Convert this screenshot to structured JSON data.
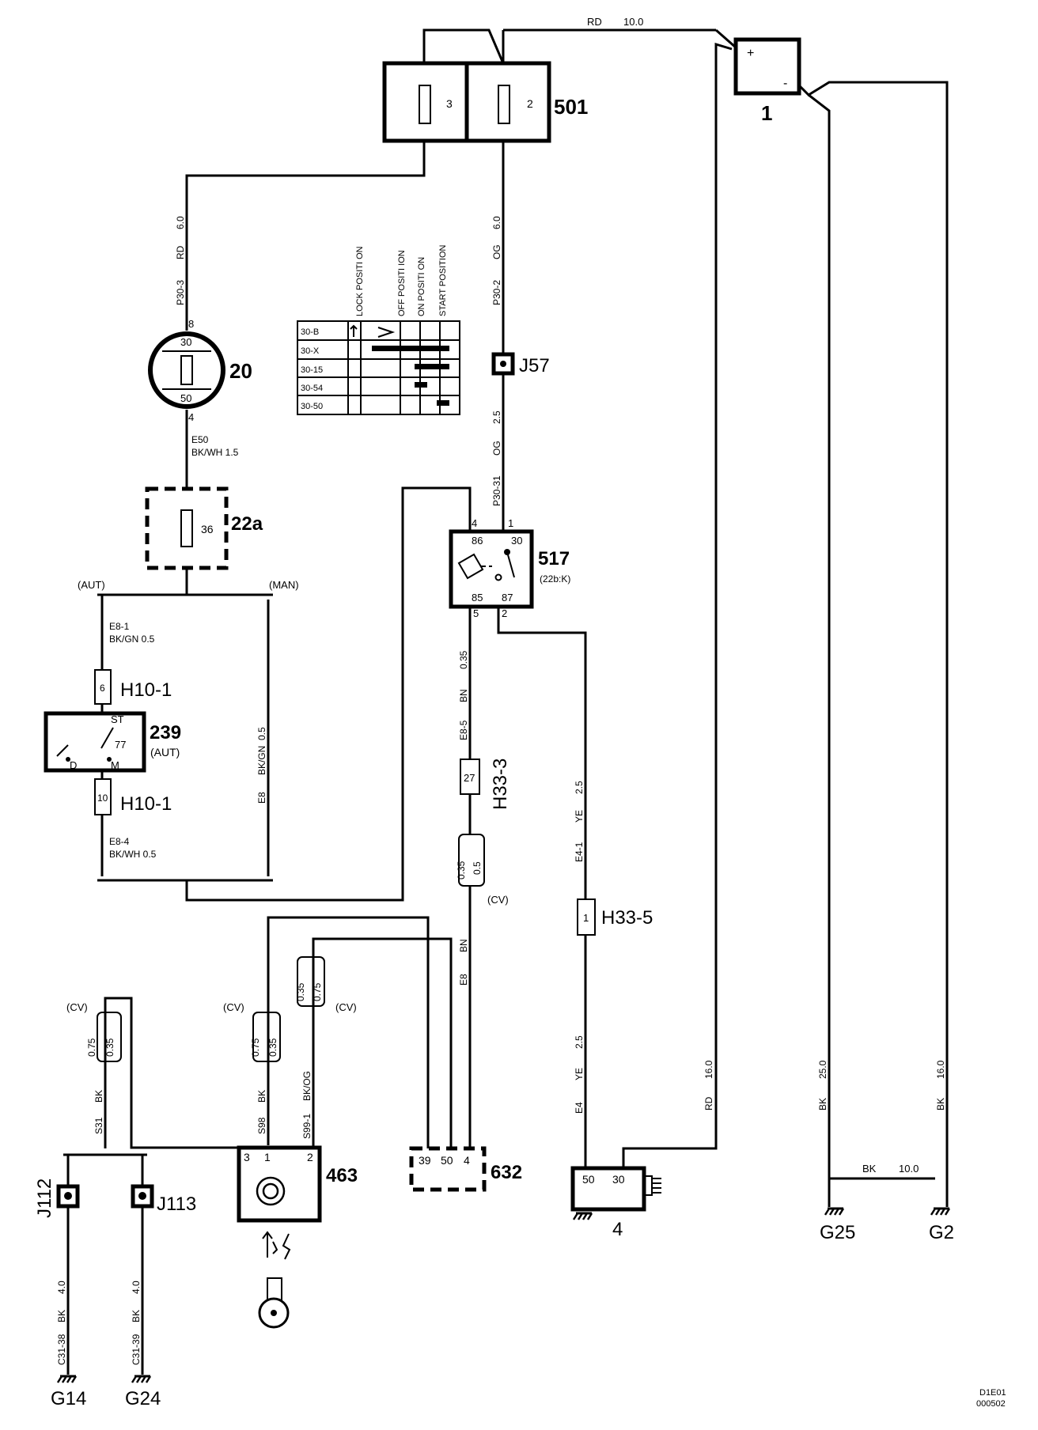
{
  "components": {
    "c501": {
      "id": "501",
      "fuse_a": "3",
      "fuse_b": "2"
    },
    "c1": {
      "id": "1",
      "plus": "+",
      "minus": "-"
    },
    "c20": {
      "id": "20",
      "pin_top": "8",
      "pin_bottom": "4",
      "t30": "30",
      "t50": "50"
    },
    "c22a": {
      "id": "22a",
      "fuse": "36"
    },
    "c517": {
      "id": "517",
      "sub": "(22b:K)",
      "p86": "86",
      "p30": "30",
      "p85": "85",
      "p87": "87",
      "n4": "4",
      "n1": "1",
      "n5": "5",
      "n2": "2"
    },
    "c239": {
      "id": "239",
      "sub": "(AUT)",
      "st": "ST",
      "n77": "77",
      "d": "D",
      "m": "M"
    },
    "c463": {
      "id": "463",
      "p3": "3",
      "p1": "1",
      "p2": "2"
    },
    "c632": {
      "id": "632",
      "p39": "39",
      "p50": "50",
      "p4": "4"
    },
    "c4": {
      "id": "4",
      "p50": "50",
      "p30": "30"
    },
    "j57": "J57",
    "j112": "J112",
    "j113": "J113",
    "h10_1a": {
      "id": "H10-1",
      "pin": "6"
    },
    "h10_1b": {
      "id": "H10-1",
      "pin": "10"
    },
    "h33_3": {
      "id": "H33-3",
      "pin": "27"
    },
    "h33_5": {
      "id": "H33-5",
      "pin": "1"
    },
    "grounds": {
      "g14": "G14",
      "g24": "G24",
      "g25": "G25",
      "g2": "G2"
    }
  },
  "labels": {
    "aut": "(AUT)",
    "man": "(MAN)",
    "cv": "(CV)",
    "rd_top": "RD",
    "rd_top_size": "10.0",
    "e50": "E50",
    "bkwh_15": "BK/WH   1.5",
    "e8_1": "E8-1",
    "bkgn_05": "BK/GN   0.5",
    "e8_4": "E8-4",
    "bkwh_05": "BK/WH   0.5",
    "bk": "BK",
    "g_bottom_size": "10.0"
  },
  "wire_labels": {
    "p30_3": "P30-3",
    "rd": "RD",
    "s60a": "6.0",
    "p30_2": "P30-2",
    "og": "OG",
    "s60b": "6.0",
    "p30_31": "P30-31",
    "og2": "OG",
    "s25": "2.5",
    "e8_5": "E8-5",
    "bn": "BN",
    "s035": "0.35",
    "e8": "E8",
    "bkgn": "BK/GN",
    "s05": "0.5",
    "e4_1": "E4-1",
    "ye": "YE",
    "s25b": "2.5",
    "e8b": "E8",
    "bnb": "BN",
    "e4": "E4",
    "yeb": "YE",
    "s25c": "2.5",
    "rd2": "RD",
    "s16": "16.0",
    "bk25": "BK",
    "s25d": "25.0",
    "bk16": "BK",
    "s16b": "16.0",
    "s31": "S31",
    "bkb": "BK",
    "s98": "S98",
    "bkc": "BK",
    "s99_1": "S99-1",
    "bkog": "BK/OG",
    "c31_38": "C31-38",
    "bkd": "BK",
    "s40a": "4.0",
    "c31_39": "C31-39",
    "bke": "BK",
    "s40b": "4.0",
    "v075a": "0.75",
    "v035a": "0.35",
    "v075b": "0.75",
    "v035b": "0.35",
    "v035c": "0.35",
    "v075c": "0.75",
    "v035d": "0.35",
    "v05d": "0.5"
  },
  "switch_table": {
    "headers": [
      "LOCK POSITI ON",
      "OFF POSITI ION",
      "ON POSITI ON",
      "START POSITION"
    ],
    "rows": [
      "30-B",
      "30-X",
      "30-15",
      "30-54",
      "30-50"
    ]
  },
  "footer": {
    "line1": "D1E01",
    "line2": "000502"
  }
}
